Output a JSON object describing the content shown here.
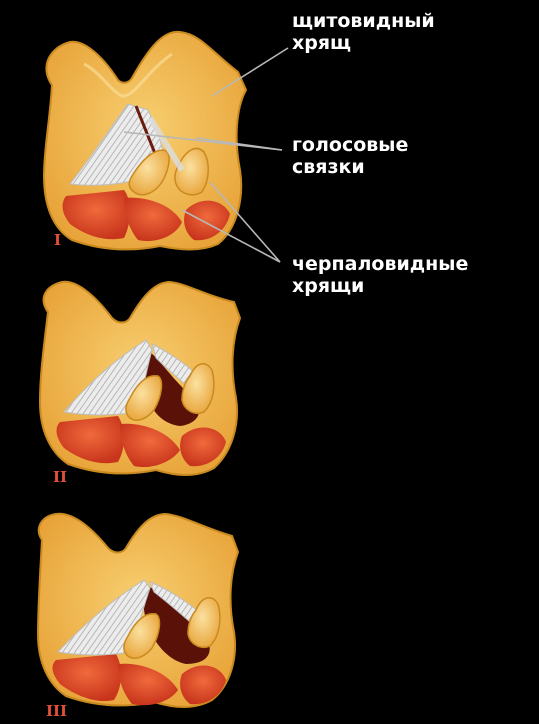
{
  "labels": {
    "thyroid": [
      "щитовидный",
      "хрящ"
    ],
    "vocal": [
      "голосовые",
      "связки"
    ],
    "arytenoid": [
      "черпаловидные",
      "хрящи"
    ]
  },
  "panels": [
    {
      "numeral": "I",
      "state": "closed",
      "glottis_opening": 0.0
    },
    {
      "numeral": "II",
      "state": "partially-open",
      "glottis_opening": 0.6
    },
    {
      "numeral": "III",
      "state": "open",
      "glottis_opening": 1.0
    }
  ],
  "colors": {
    "background": "#000000",
    "cartilage": "#f2b545",
    "cartilage_edge": "#c98a1f",
    "cartilage_light": "#f7d27e",
    "muscle": "#e0472a",
    "muscle_dark": "#a62a15",
    "glottis": "#5a1208",
    "ligament": "#dcdcdc",
    "pointer_line": "#b8b8b8",
    "text": "#ffffff",
    "numeral": "#e0503a"
  }
}
